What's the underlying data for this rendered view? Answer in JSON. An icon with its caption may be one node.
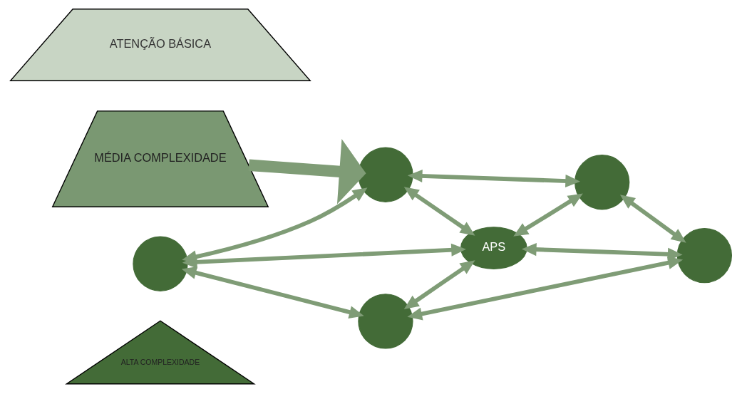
{
  "diagram": {
    "nodes": [
      {
        "text": [
          "ALTA COMPLEXIDADE"
        ]
      },
      {
        "text": [
          "MÉDIA COMPLEXIDADE"
        ]
      },
      {
        "text": [
          "ATENÇÃO BÁSICA"
        ]
      },
      {
        "text": [],
        "shape": "circle"
      },
      {
        "text": [],
        "shape": "circle"
      },
      {
        "text": [
          "APS"
        ]
      },
      {
        "text": [],
        "shape": "circle"
      },
      {
        "text": [],
        "shape": "circle"
      },
      {
        "text": [],
        "shape": "circle"
      }
    ],
    "edges": [
      {
        "from": 1,
        "to": 6,
        "arrow": "to",
        "style": "thick"
      },
      {
        "from": 3,
        "to": 4,
        "arrow": "both"
      },
      {
        "from": 3,
        "to": 6,
        "arrow": "both"
      },
      {
        "from": 3,
        "to": 5,
        "arrow": "both"
      },
      {
        "from": 4,
        "to": 5,
        "arrow": "both"
      },
      {
        "from": 4,
        "to": 7,
        "arrow": "both"
      },
      {
        "from": 6,
        "to": 5,
        "arrow": "both"
      },
      {
        "from": 5,
        "to": 7,
        "arrow": "both"
      },
      {
        "from": 5,
        "to": 8,
        "arrow": "both"
      },
      {
        "from": 6,
        "to": 8,
        "arrow": "both"
      },
      {
        "from": 8,
        "to": 7,
        "arrow": "both"
      }
    ]
  }
}
